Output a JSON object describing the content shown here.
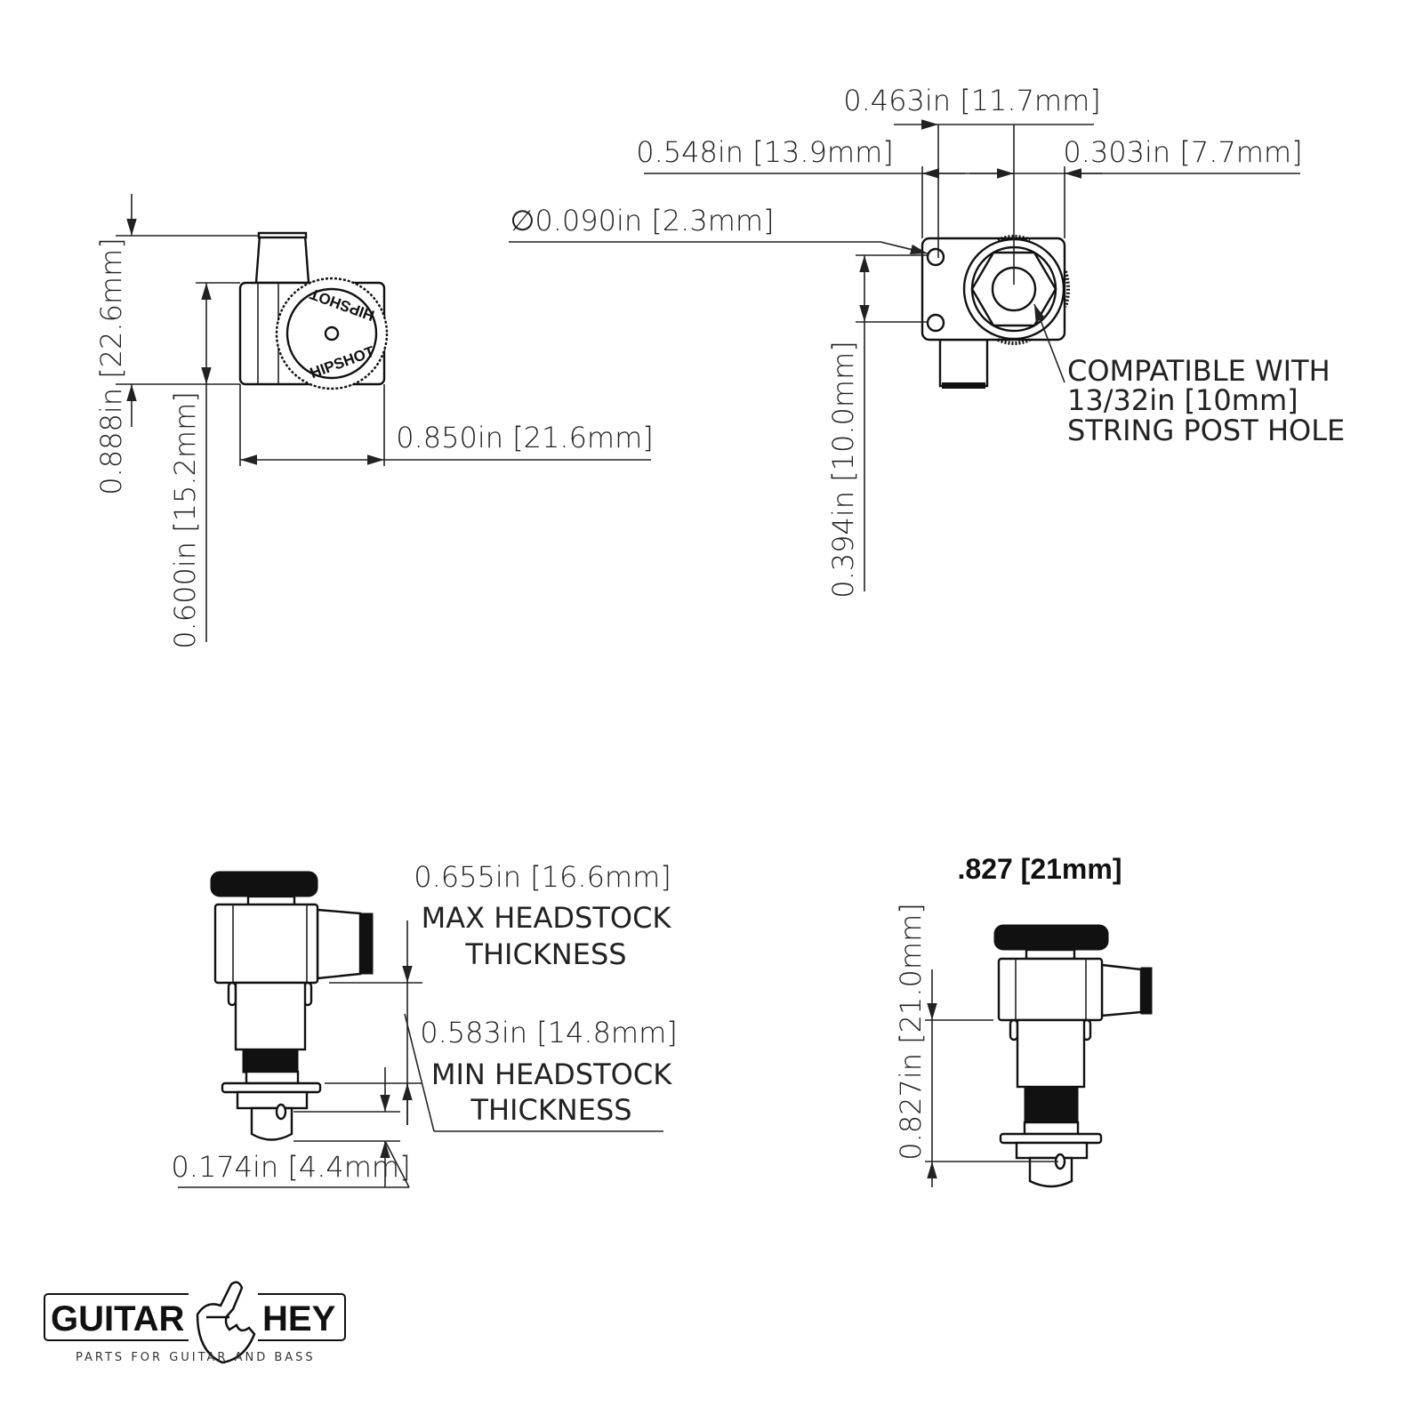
{
  "top_left_view": {
    "overall_height": "0.888in [22.6mm]",
    "body_height": "0.600in [15.2mm]",
    "width": "0.850in [21.6mm]",
    "knob_text": "HIPSHOT"
  },
  "top_right_view": {
    "post_offset": "0.463in [11.7mm]",
    "overall_width": "0.548in [13.9mm]",
    "post_to_edge": "0.303in [7.7mm]",
    "pin_diameter": "∅0.090in [2.3mm]",
    "pin_spacing": "0.394in [10.0mm]",
    "note_lines": [
      "COMPATIBLE WITH",
      "13/32in [10mm]",
      "STRING POST HOLE"
    ]
  },
  "bottom_left_view": {
    "max_thickness": "0.655in [16.6mm]",
    "max_label": [
      "MAX HEADSTOCK",
      "THICKNESS"
    ],
    "min_thickness": "0.583in [14.8mm]",
    "min_label": [
      "MIN HEADSTOCK",
      "THICKNESS"
    ],
    "bushing_height": "0.174in [4.4mm]"
  },
  "bottom_right_view": {
    "title": ".827 [21mm]",
    "post_length": "0.827in [21.0mm]"
  },
  "logo": {
    "left": "GUITAR",
    "right": "HEY",
    "tagline": "PARTS FOR GUITAR AND BASS"
  }
}
